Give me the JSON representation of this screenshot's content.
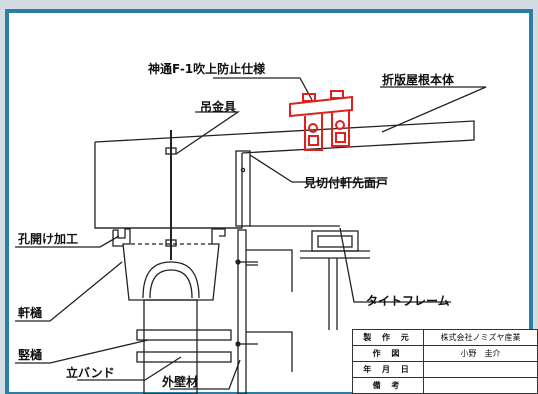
{
  "labels": {
    "spray_spec": "神通F-1吹上防止仕様",
    "hanger": "吊金具",
    "roof_body": "折版屋根本体",
    "eaves_cover": "見切付軒先面戸",
    "drilling": "孔開け加工",
    "eaves_gutter": "軒樋",
    "tight_frame": "タイトフレーム",
    "downspout": "竪樋",
    "stand_band": "立バンド",
    "exterior_wall": "外壁材"
  },
  "title_block": [
    {
      "head": "製 作 元",
      "value": "株式会社ノミズヤ産業"
    },
    {
      "head": "作 図",
      "value": "小野　圭介"
    },
    {
      "head": "年 月 日",
      "value": ""
    },
    {
      "head": "備 考",
      "value": ""
    }
  ],
  "colors": {
    "frame_border": "#2a7fa8",
    "accent_red": "#e0201c",
    "line": "#222222",
    "background": "#dfe5ea"
  }
}
